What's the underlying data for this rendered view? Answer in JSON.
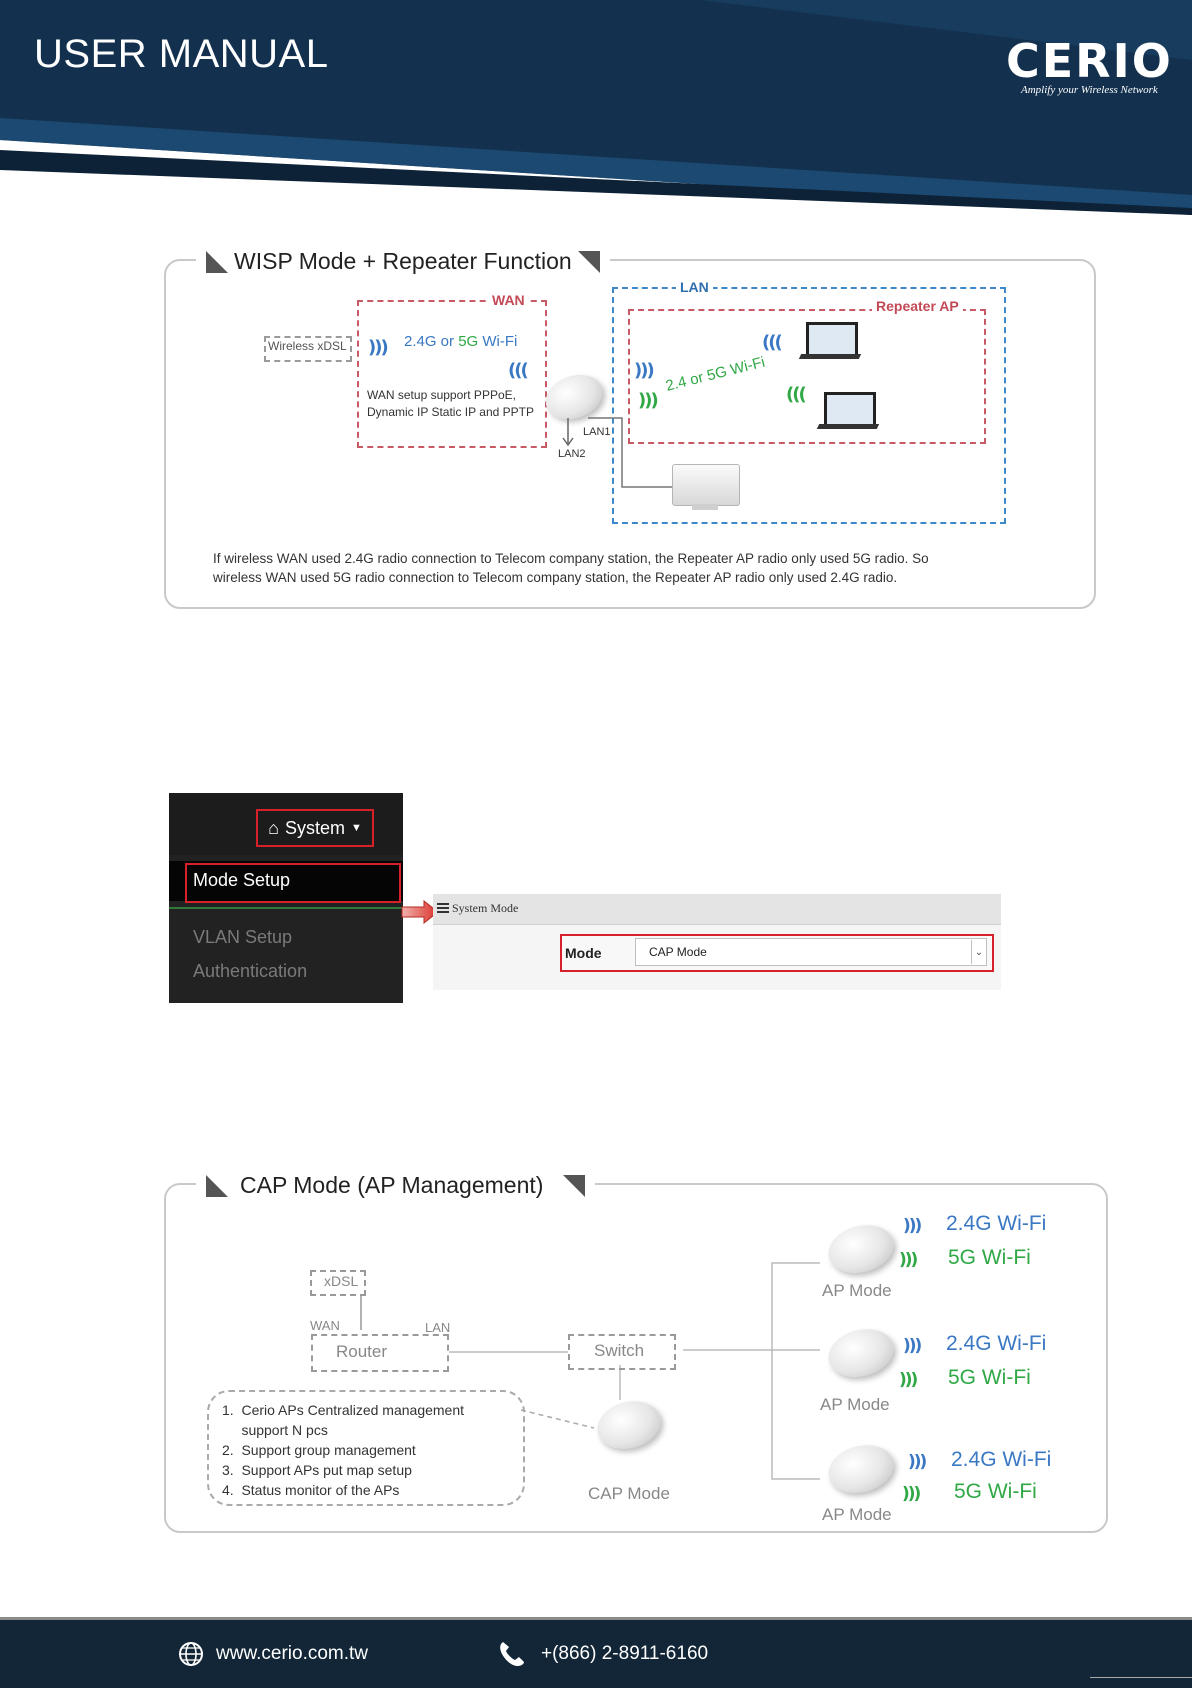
{
  "header": {
    "title": "USER MANUAL",
    "brand": "CERIO",
    "tagline": "Amplify your Wireless Network"
  },
  "wisp": {
    "title": "WISP Mode + Repeater Function",
    "wan_label": "WAN",
    "lan_label": "LAN",
    "repeater_label": "Repeater AP",
    "wireless_xdsl": "Wireless xDSL",
    "wan_band_prefix": "2.4G or",
    "wan_band_5g": "5G",
    "wan_band_suffix": "Wi-Fi",
    "wan_note_1": "WAN setup support PPPoE,",
    "wan_note_2": "Dynamic IP Static IP and PPTP",
    "lan1": "LAN1",
    "lan2": "LAN2",
    "lan_band": "2.4 or 5G Wi-Fi",
    "footnote_1": "If wireless WAN used 2.4G radio connection to Telecom company station, the Repeater AP radio only used 5G radio. So",
    "footnote_2": "wireless WAN used 5G radio connection to Telecom company station, the Repeater AP radio only used 2.4G radio."
  },
  "menu": {
    "system": "System",
    "mode_setup": "Mode Setup",
    "vlan_setup": "VLAN Setup",
    "authentication": "Authentication"
  },
  "system_mode": {
    "header": "System Mode",
    "mode_label": "Mode",
    "mode_value": "CAP Mode"
  },
  "cap": {
    "title": "CAP Mode (AP Management)",
    "xdsl": "xDSL",
    "wan": "WAN",
    "lan": "LAN",
    "router": "Router",
    "switch": "Switch",
    "cap_mode": "CAP Mode",
    "ap_mode": "AP Mode",
    "wifi_24": "2.4G Wi-Fi",
    "wifi_5": "5G Wi-Fi",
    "features": [
      "1.  Cerio APs Centralized management",
      "     support N pcs",
      "2.  Support group management",
      "3.  Support APs put map setup",
      "4.  Status monitor of the APs"
    ]
  },
  "footer": {
    "website": "www.cerio.com.tw",
    "phone": "+(866) 2-8911-6160"
  }
}
